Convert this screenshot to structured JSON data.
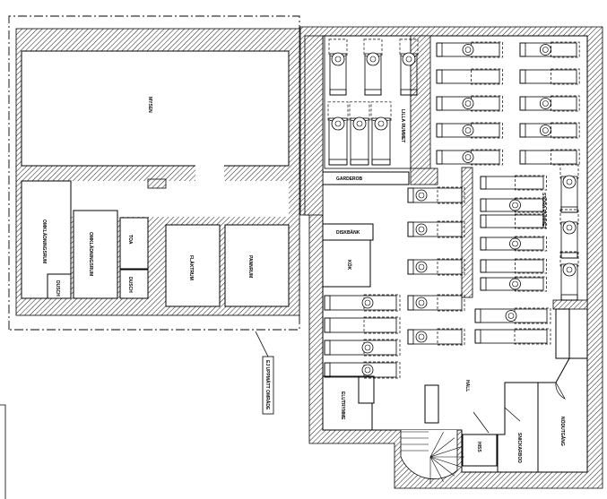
{
  "drawing": {
    "type": "floor plan",
    "rooms": {
      "mysen": "MYSEN",
      "omkladningsrum_1": "OMKLÄDNINGSRUM",
      "omkladningsrum_2": "OMKLÄDNINGSRUM",
      "dusch_1": "DUSCH",
      "dusch_2": "DUSCH",
      "toa": "TOA",
      "flaktrum": "FLÄKTRUM",
      "pannrum": "PANNRUM",
      "lilla_rummet": "LILLA RUMMET",
      "garderob": "GARDEROB",
      "stora_rummet": "STORA RUMMET",
      "diskbank": "DISKBÄNK",
      "kok": "KÖK",
      "elutrymme": "ELUTRYMME",
      "hall": "HALL",
      "hiss": "HISS",
      "snickarbod": "SNICKARBOD",
      "nodutgang": "NÖDUTGÅNG"
    },
    "annotation": "EJ UPPMÄTT OMRÅDE"
  }
}
